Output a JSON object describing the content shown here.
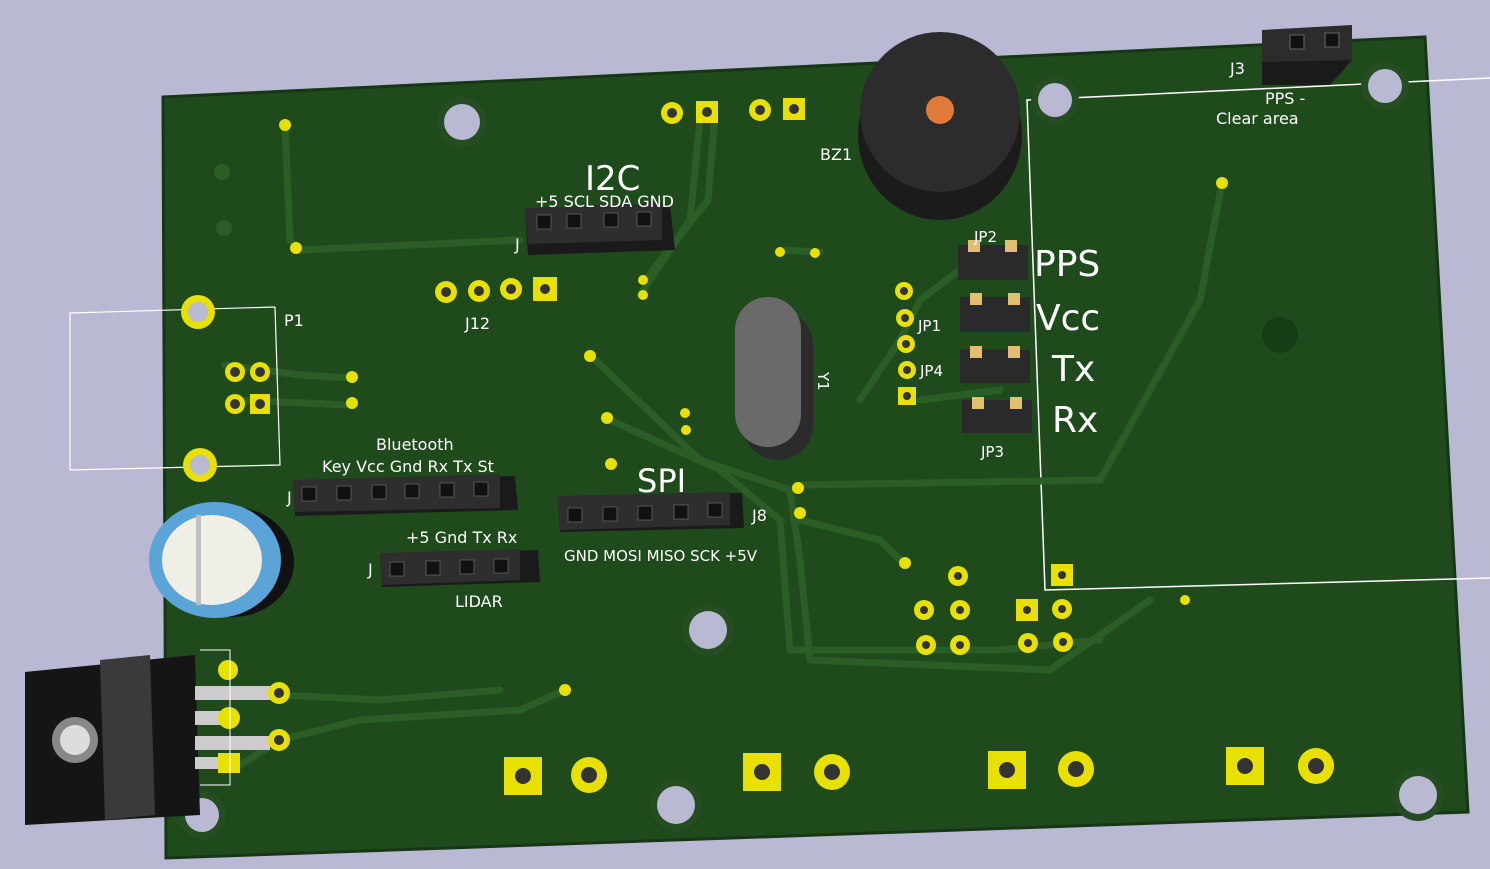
{
  "colors": {
    "background": "#b9b9d4",
    "board": "#1f4a1c",
    "board_edge": "#163615",
    "copper_trace": "#285a24",
    "pad_gold": "#e8e000",
    "silkscreen": "#ffffff"
  },
  "labels": {
    "i2c_title": "I2C",
    "i2c_pins": "+5  SCL  SDA  GND",
    "j12": "J12",
    "p1": "P1",
    "bz1": "BZ1",
    "j3": "J3",
    "pps_clear_1": "PPS -",
    "pps_clear_2": "Clear area",
    "jp2": "JP2",
    "jp1": "JP1",
    "jp4": "JP4",
    "jp3": "JP3",
    "pps": "PPS",
    "vcc": "Vcc",
    "tx": "Tx",
    "rx": "Rx",
    "y1": "Y1",
    "bluetooth": "Bluetooth",
    "bt_pins": "Key Vcc Gnd Rx Tx St",
    "spi": "SPI",
    "j8": "J8",
    "spi_pins": "GND MOSI MISO SCK +5V",
    "lidar_pins": "+5  Gnd  Tx  Rx",
    "lidar": "LIDAR",
    "j_partial_1": "J",
    "j_partial_2": "J",
    "j_partial_3": "J"
  }
}
